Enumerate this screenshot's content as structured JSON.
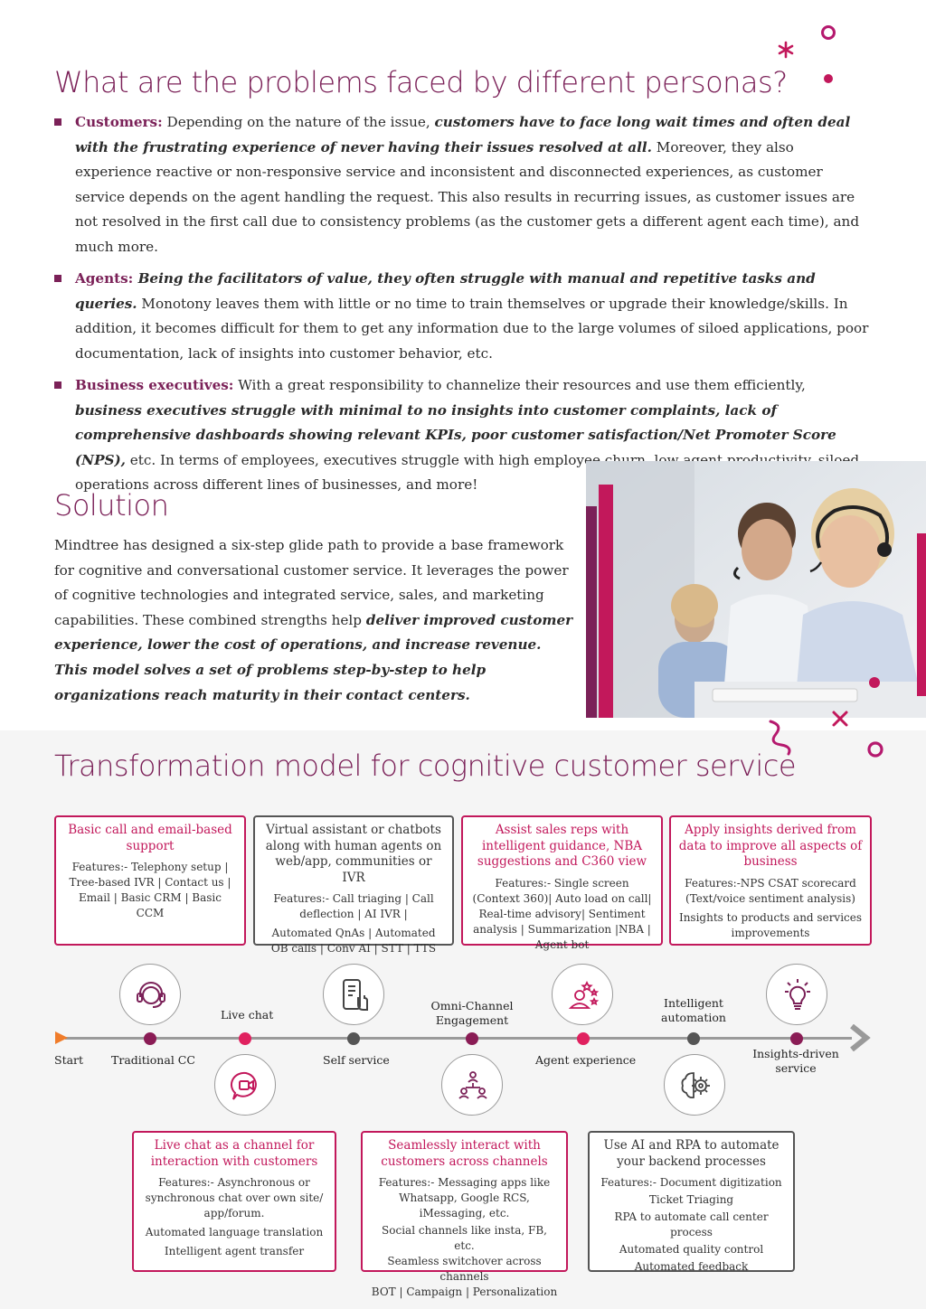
{
  "personas": {
    "title": "What are the problems faced by different personas?",
    "customers": {
      "lead": "Customers:",
      "t1": " Depending on the nature of the issue, ",
      "e1": "customers have to face long wait times and often deal with the frustrating experience of never having their issues resolved at all.",
      "t2": " Moreover, they also experience reactive or non-responsive service and inconsistent and disconnected experiences, as customer service depends on the agent handling the request. This also results in recurring issues, as customer issues are not resolved in the first call due to consistency problems (as the customer gets a different agent each time), and much more."
    },
    "agents": {
      "lead": "Agents:",
      "e1": " Being the facilitators of value, they often struggle with manual and repetitive tasks and queries.",
      "t1": " Monotony leaves them with little or no time to train themselves or upgrade their knowledge/skills. In addition, it becomes difficult for them to get any information due to the large volumes of siloed applications, poor documentation, lack of insights into customer behavior, etc."
    },
    "executives": {
      "lead": "Business executives:",
      "t1": " With a great responsibility to channelize their resources and use them efficiently, ",
      "e1": "business executives struggle with minimal to no insights into customer complaints, lack of comprehensive dashboards showing relevant KPIs, poor customer satisfaction/Net Promoter Score (NPS),",
      "t2": " etc. In terms of employees, executives struggle with high employee churn, low agent productivity, siloed operations across different lines of businesses, and more!"
    }
  },
  "solution": {
    "title": "Solution",
    "t1": "Mindtree has designed a six-step glide path to provide a base framework for cognitive and conversational customer service. It leverages the power of cognitive technologies and integrated service, sales, and marketing capabilities. These combined strengths help ",
    "e1": "deliver improved customer experience, lower the cost of operations, and increase revenue. This model solves a set of problems step-by-step to help organizations reach maturity in their contact centers."
  },
  "model": {
    "title": "Transformation model for cognitive customer service",
    "top_boxes": [
      {
        "title": "Basic call and email-based support",
        "lines": [
          "Features:- Telephony setup | Tree-based IVR | Contact us | Email | Basic CRM | Basic CCM"
        ]
      },
      {
        "title": "Virtual assistant or chatbots along with human agents on web/app, communities or IVR",
        "lines": [
          "Features:- Call triaging | Call deflection | AI IVR |",
          "Automated QnAs | Automated OB calls | Conv AI | STT | TTS"
        ]
      },
      {
        "title": "Assist sales reps with intelligent guidance, NBA suggestions and C360 view",
        "lines": [
          "Features:- Single screen (Context 360)| Auto load on call| Real-time advisory| Sentiment analysis | Summarization |NBA | Agent bot"
        ]
      },
      {
        "title": "Apply insights derived from data to improve all aspects of business",
        "lines": [
          "Features:-NPS CSAT scorecard (Text/voice sentiment analysis)",
          "Insights to products and services improvements"
        ]
      }
    ],
    "bottom_boxes": [
      {
        "title": "Live chat as a channel for interaction with customers",
        "lines": [
          "Features:- Asynchronous or synchronous chat over own site/ app/forum.",
          "Automated language translation",
          "Intelligent agent transfer"
        ]
      },
      {
        "title": "Seamlessly interact with customers across channels",
        "lines": [
          "Features:- Messaging apps like Whatsapp, Google RCS, iMessaging, etc.",
          "Social channels like insta, FB, etc.",
          "Seamless switchover across channels",
          "BOT | Campaign | Personalization"
        ]
      },
      {
        "title": "Use AI and RPA to automate your backend processes",
        "lines": [
          "Features:- Document digitization",
          "Ticket Triaging",
          "RPA to automate call center process",
          "Automated quality control",
          "Automated feedback"
        ]
      }
    ],
    "stages": {
      "start": "Start",
      "traditional": "Traditional CC",
      "livechat": "Live chat",
      "selfservice": "Self service",
      "omni": "Omni-Channel Engagement",
      "agentexp": "Agent experience",
      "intelligent": "Intelligent automation",
      "insights": "Insights-driven service"
    }
  },
  "colors": {
    "accent": "#7b2158",
    "pink": "#c2185b",
    "dark_gray": "#555555"
  },
  "icons": [
    "headset-icon",
    "chat-video-icon",
    "phone-touch-icon",
    "network-people-icon",
    "star-user-icon",
    "brain-gear-icon",
    "lightbulb-icon"
  ]
}
